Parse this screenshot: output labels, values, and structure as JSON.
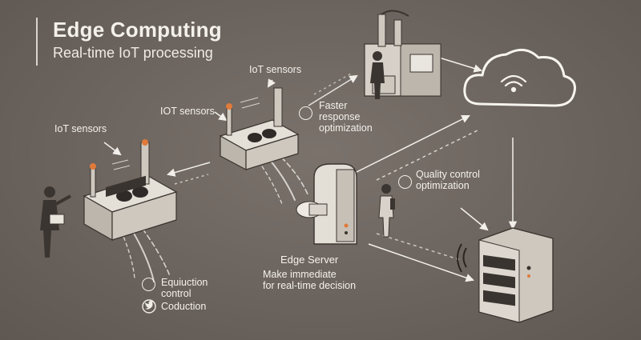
{
  "header": {
    "title": "Edge Computing",
    "subtitle": "Real-time IoT processing"
  },
  "labels": {
    "iot_sensors_left": "IoT sensors",
    "iot_sensors_mid": "IOT sensors",
    "iot_sensors_top": "IoT sensors",
    "faster_line1": "Faster",
    "faster_line2": "response",
    "faster_line3": "optimization",
    "quality_line1": "Quality control",
    "quality_line2": "optimization",
    "edge_server": "Edge Server",
    "decision_line1": "Make immediate",
    "decision_line2": "for real-time decision",
    "bottom_line1": "Equiuction",
    "bottom_line2": "control",
    "bottom_line3": "Coduction"
  },
  "icons": [
    "wifi-icon",
    "twitter-bird-icon",
    "cloud-icon",
    "server-icon",
    "factory-icon",
    "person-icon"
  ],
  "colors": {
    "background": "#6e6660",
    "line": "#f2efea",
    "machine_fill": "#d6d0c8",
    "indicator": "#e07a3a"
  }
}
